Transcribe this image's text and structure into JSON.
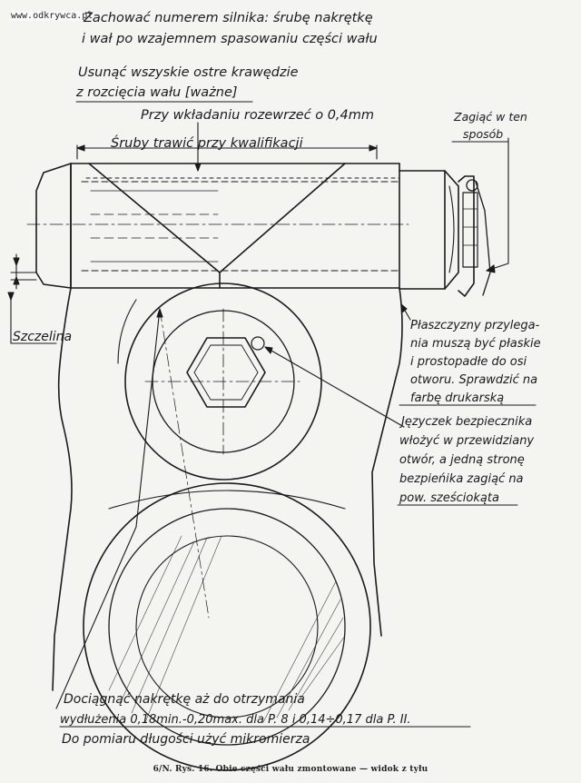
{
  "watermark": "www.odkrywca.pl",
  "notes": {
    "n1a": "Zachować numerem silnika: śrubę nakrętkę",
    "n1b": "i wał po wzajemnem spasowaniu części wału",
    "n2a": "Usunąć wszyskie ostre krawędzie",
    "n2b": "z rozcięcia wału [ważne]",
    "n3": "Przy wkładaniu rozewrzeć o 0,4mm",
    "n4": "Śruby trawić przy kwalifikacji",
    "n5a": "Zagiąć w ten",
    "n5b": "sposób",
    "n6": "Szczelina",
    "n7a": "Płaszczyzny przylega-",
    "n7b": "nia muszą być płaskie",
    "n7c": "i prostopadłe do osi",
    "n7d": "otworu. Sprawdzić na",
    "n7e": "farbę drukarską",
    "n8a": "Języczek bezpiecznika",
    "n8b": "włożyć w przewidziany",
    "n8c": "otwór, a jedną stronę",
    "n8d": "bezpieńika zagiąć na",
    "n8e": "pow. sześciokąta",
    "n9a": "Dociągnąć nakrętkę aż do otrzymania",
    "n9b": "wydłużenia 0,18min.-0,20max. dla P. 8 i 0,14÷0,17 dla P. II.",
    "n9c": "Do pomiaru długości użyć mikromierza"
  },
  "caption": "6/N.   Rys. 16. Obie części wału zmontowane — widok z tyłu"
}
